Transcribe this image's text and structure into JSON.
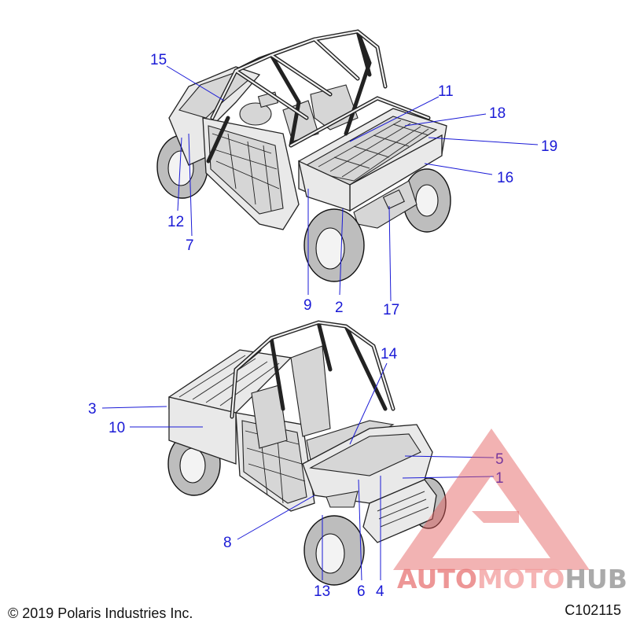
{
  "callouts": [
    {
      "id": "15",
      "label": "15"
    },
    {
      "id": "11",
      "label": "11"
    },
    {
      "id": "18",
      "label": "18"
    },
    {
      "id": "19",
      "label": "19"
    },
    {
      "id": "16",
      "label": "16"
    },
    {
      "id": "12",
      "label": "12"
    },
    {
      "id": "7",
      "label": "7"
    },
    {
      "id": "9",
      "label": "9"
    },
    {
      "id": "2",
      "label": "2"
    },
    {
      "id": "17",
      "label": "17"
    },
    {
      "id": "14",
      "label": "14"
    },
    {
      "id": "3",
      "label": "3"
    },
    {
      "id": "10",
      "label": "10"
    },
    {
      "id": "5",
      "label": "5"
    },
    {
      "id": "1",
      "label": "1"
    },
    {
      "id": "8",
      "label": "8"
    },
    {
      "id": "13",
      "label": "13"
    },
    {
      "id": "6",
      "label": "6"
    },
    {
      "id": "4",
      "label": "4"
    }
  ],
  "footer": {
    "copyright": "© 2019 Polaris Industries Inc.",
    "figure_id": "C102115"
  },
  "watermark": {
    "part1": "AUTO",
    "part2": "MOTO",
    "part3": "HUB",
    "color_red": "#e35b5b",
    "color_gray": "#8a8a8a"
  },
  "colors": {
    "callout": "#1a1ad6"
  }
}
